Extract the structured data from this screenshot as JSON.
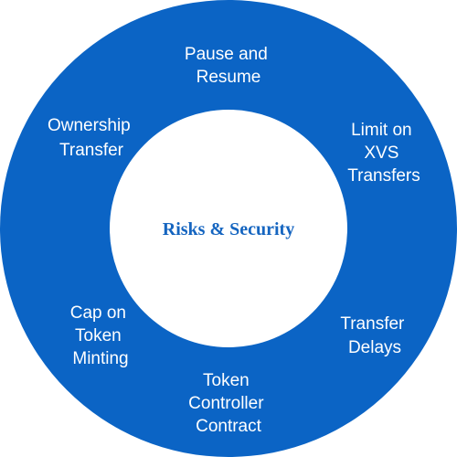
{
  "diagram": {
    "center": "Risks & Security",
    "segments": [
      {
        "id": "pause",
        "lines": [
          "Pause and",
          "Resume"
        ]
      },
      {
        "id": "limit",
        "lines": [
          "Limit on",
          "XVS",
          "Transfers"
        ]
      },
      {
        "id": "delays",
        "lines": [
          "Transfer",
          "Delays"
        ]
      },
      {
        "id": "controller",
        "lines": [
          "Token",
          "Controller",
          "Contract"
        ]
      },
      {
        "id": "cap",
        "lines": [
          "Cap on",
          "Token",
          "Minting"
        ]
      },
      {
        "id": "ownership",
        "lines": [
          "Ownership",
          "Transfer"
        ]
      }
    ],
    "colors": {
      "ring": "#0b64c5",
      "center_fill": "#ffffff",
      "segment_text": "#ffffff",
      "center_text": "#1565c0"
    }
  }
}
